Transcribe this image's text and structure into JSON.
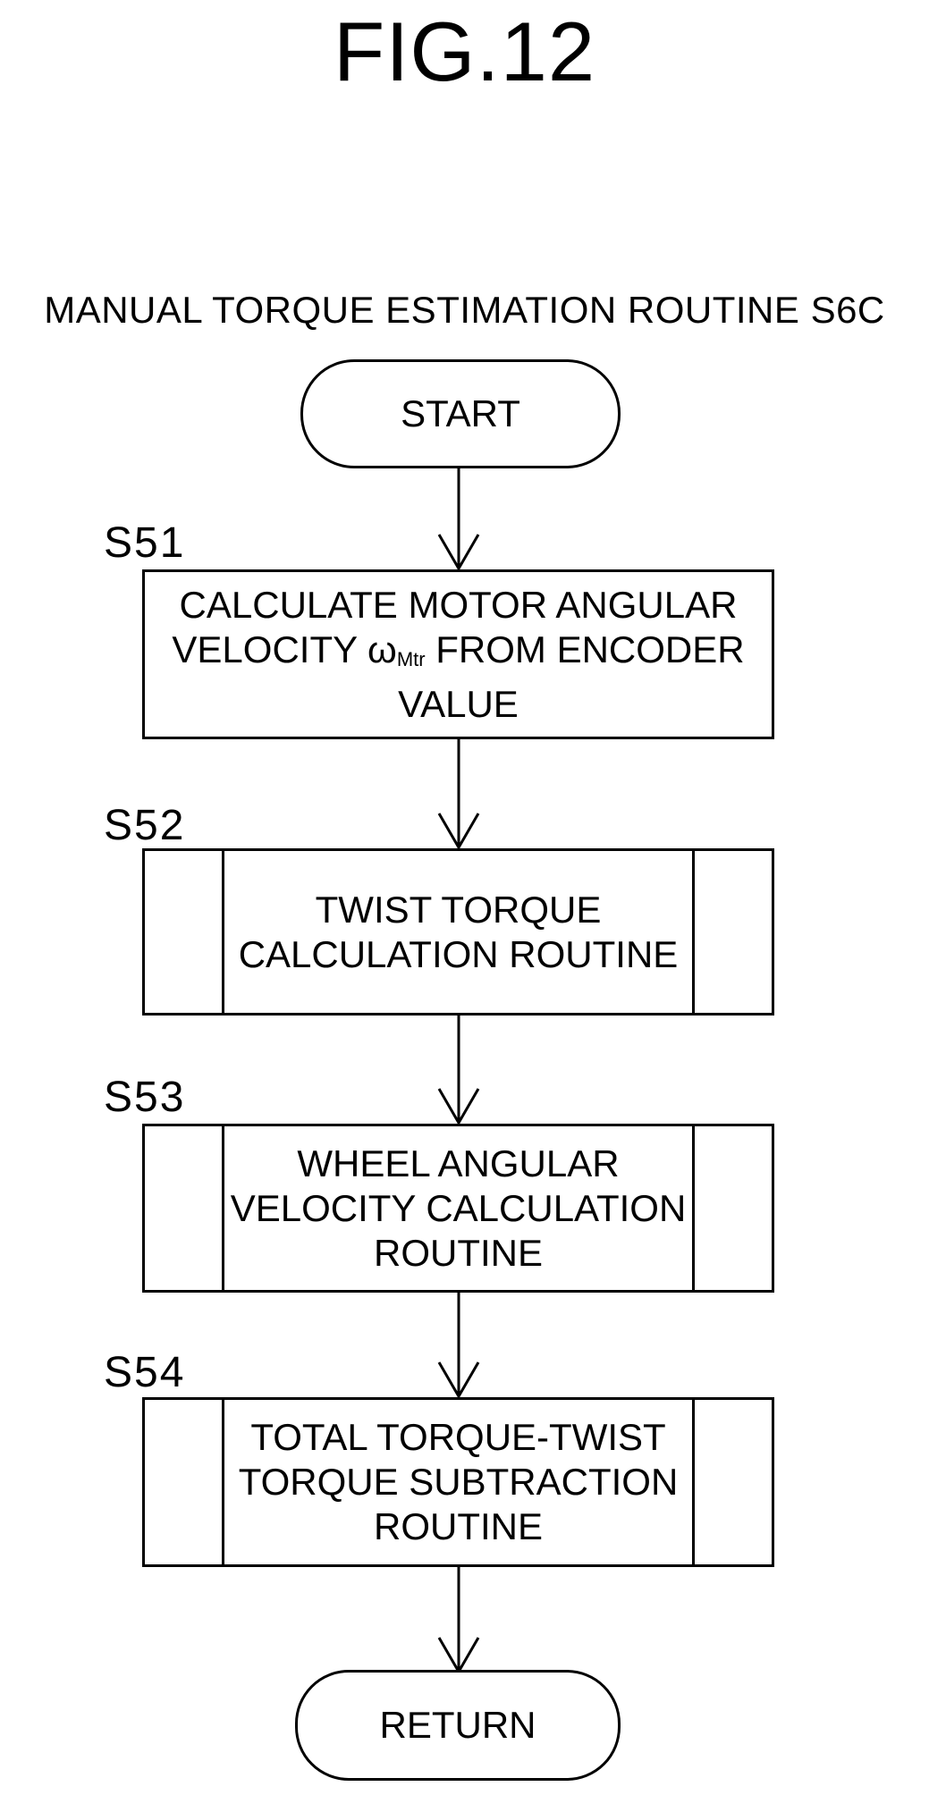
{
  "figure_title": "FIG.12",
  "routine_title": "MANUAL TORQUE ESTIMATION ROUTINE S6C",
  "start_label": "START",
  "return_label": "RETURN",
  "steps": [
    {
      "id": "S51",
      "line1": "CALCULATE MOTOR ANGULAR",
      "line2_pre": "VELOCITY ω",
      "line2_sub": "Mtr",
      "line2_post": " FROM ENCODER",
      "line3": "VALUE"
    },
    {
      "id": "S52",
      "lines": [
        "TWIST TORQUE",
        "CALCULATION ROUTINE"
      ]
    },
    {
      "id": "S53",
      "lines": [
        "WHEEL ANGULAR",
        "VELOCITY CALCULATION",
        "ROUTINE"
      ]
    },
    {
      "id": "S54",
      "lines": [
        "TOTAL TORQUE-TWIST",
        "TORQUE SUBTRACTION",
        "ROUTINE"
      ]
    }
  ]
}
